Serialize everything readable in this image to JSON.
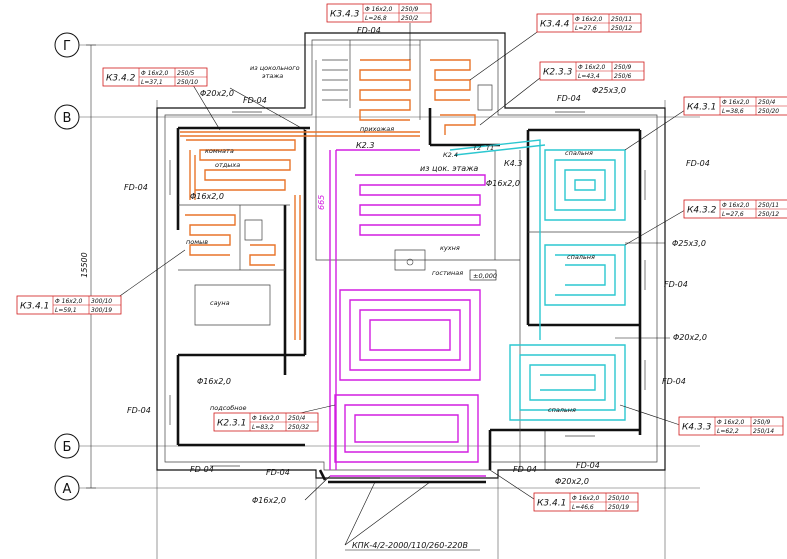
{
  "grid_axes": {
    "g": "Г",
    "v": "В",
    "b": "Б",
    "a": "А"
  },
  "dimension": "15500",
  "rooms": {
    "room_basement": "комната",
    "rest_room": "отдыха",
    "washroom": "помыв",
    "sauna": "сауна",
    "hallway": "прихожая",
    "kitchen": "кухня",
    "living": "гостиная",
    "bedroom1": "спальня",
    "bedroom2": "спальня",
    "bedroom3": "спальня",
    "utility": "подсобное"
  },
  "labels": {
    "fd_top": "FD-04",
    "fd_top2": "FD-04",
    "fd_top3": "FD-04",
    "fd_right1": "FD-04",
    "fd_right2": "FD-04",
    "fd_right3": "FD-04",
    "fd_left1": "FD-04",
    "fd_left2": "FD-04",
    "fd_bottom1": "FD-04",
    "fd_bottom2": "FD-04",
    "fd_bottom3": "FD-04",
    "fd_bottom4": "FD-04",
    "from_basement_floor_l1": "из цокольного",
    "from_basement_floor_l2": "этажа",
    "from_basement_short": "из цок. этажа",
    "pipe_d20_1": "Φ20х2,0",
    "pipe_d20_2": "Φ20х2,0",
    "pipe_d20_3": "Φ20х2,0",
    "pipe_d16_1": "Φ16х2,0",
    "pipe_d16_2": "Φ16х2,0",
    "pipe_d16_3": "Φ16х2,0",
    "pipe_d16_4": "Φ16х2,0",
    "pipe_d25_1": "Φ25х3,0",
    "pipe_d25_2": "Φ25х3,0",
    "k23_label": "К2.3",
    "k24_label": "К2.4",
    "k43_label": "К4.3",
    "k_z1": "Т2",
    "k_z2": "Т1",
    "num665": "665",
    "level": "±0,000",
    "convector": "КПК-4/2-2000/110/260-220В"
  },
  "tags": [
    {
      "name": "К3.4.3",
      "r1": [
        "Φ 16х2,0",
        "250/9"
      ],
      "r2": [
        "L=26,8",
        "250/2"
      ]
    },
    {
      "name": "К3.4.4",
      "r1": [
        "Φ 16х2,0",
        "250/11"
      ],
      "r2": [
        "L=27,6",
        "250/12"
      ]
    },
    {
      "name": "К3.4.2",
      "r1": [
        "Φ 16х2,0",
        "250/5"
      ],
      "r2": [
        "L=37,1",
        "250/10"
      ]
    },
    {
      "name": "К2.3.3",
      "r1": [
        "Φ 16х2,0",
        "250/9"
      ],
      "r2": [
        "L=43,4",
        "250/6"
      ]
    },
    {
      "name": "К4.3.1",
      "r1": [
        "Φ 16х2,0",
        "250/4"
      ],
      "r2": [
        "L=38,6",
        "250/20"
      ]
    },
    {
      "name": "К4.3.2",
      "r1": [
        "Φ 16х2,0",
        "250/11"
      ],
      "r2": [
        "L=27,6",
        "250/12"
      ]
    },
    {
      "name": "К3.4.1",
      "r1": [
        "Φ 16х2,0",
        "300/10"
      ],
      "r2": [
        "L=59,1",
        "300/19"
      ]
    },
    {
      "name": "К2.3.1",
      "r1": [
        "Φ 16х2,0",
        "250/4"
      ],
      "r2": [
        "L=83,2",
        "250/32"
      ]
    },
    {
      "name": "К4.3.3",
      "r1": [
        "Φ 16х2,0",
        "250/9"
      ],
      "r2": [
        "L=62,2",
        "250/14"
      ]
    },
    {
      "name": "К3.4.1",
      "r1": [
        "Φ 16х2,0",
        "250/10"
      ],
      "r2": [
        "L=46,6",
        "250/19"
      ]
    }
  ]
}
